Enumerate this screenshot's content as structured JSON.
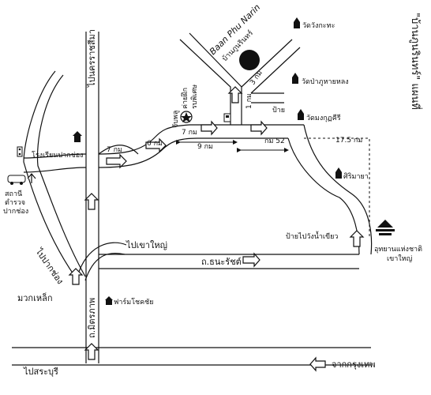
{
  "labels": {
    "to_ratchasima": "ไปนครราชสีมา",
    "school_pakchong": "โรงเรียนปากช่อง",
    "police": "สถานี\nตำรวจ\nปากช่อง",
    "dist_7km_a": "7 กม",
    "dist_6km": "6 กม",
    "dist_7km_b": "7 กม",
    "dist_9km": "9 กม",
    "dist_3km": "3 กม",
    "dist_1km": "1 กม",
    "dist_km52": "กม 52",
    "dist_17_5km": "17.5 กม",
    "jab_pool": "จับพลู",
    "army_camp": "ค่ายฝึก\nรบพิเศษ",
    "wat_wang_ka_tha": "วัดวังกะทะ",
    "wat_pa_phu_hai_lhong": "วัดป่าภูหายหลง",
    "wat_mongkol_khiri": "วัดมงกุฏคีรี",
    "sign": "ป้าย",
    "sirimaya": "ศิริมายา",
    "sign_wang_nam_khiao": "ป้ายไปวังน้ำเขียว",
    "khao_yai_park": "อุทยานแห่งชาติ\nเขาใหญ่",
    "to_khao_yai": "ไปเขาใหญ่",
    "thanarat_road": "ถ.ธนะรัชต์",
    "to_pak_chong": "ไปปากช่อง",
    "mueang_lek": "มวกเหล็ก",
    "mittraphap_road": "ถ.มิตรภาพ",
    "farm_chokchai": "ฟาร์มโชคชัย",
    "to_saraburi": "ไปสระบุรี",
    "from_bangkok": "จากกรุงเทพ",
    "resort_name_en": "Baan Phu Narin",
    "resort_name_th": "บ้านภูนรินทร์",
    "title_vertical": "\"บ้านภูนรินทร์\" แผนที่"
  },
  "icons": {
    "star": "star-icon",
    "temple": "temple-icon",
    "gas": "gas-station-icon",
    "traffic": "traffic-light-icon",
    "school": "school-icon",
    "car": "car-icon",
    "park": "park-icon",
    "destination": "destination-dot-icon"
  },
  "colors": {
    "ink": "#111111",
    "paper": "#ffffff"
  }
}
